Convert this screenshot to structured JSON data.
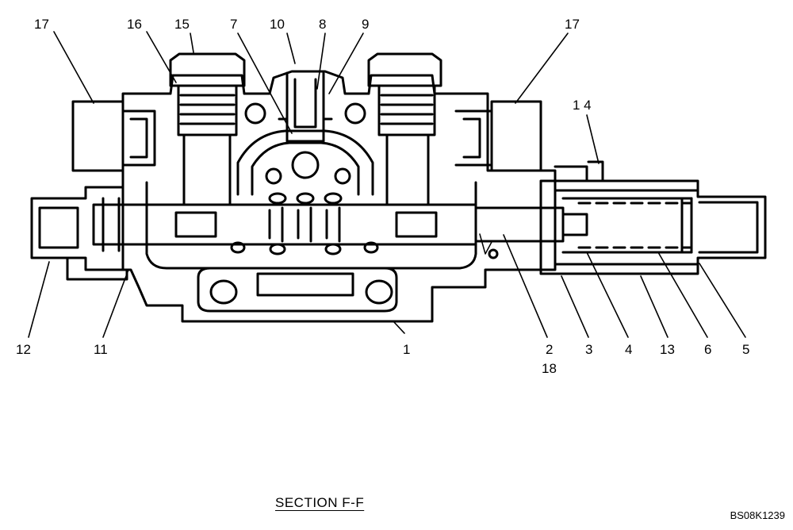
{
  "drawing": {
    "title": "SECTION  F-F",
    "id": "BS08K1239"
  },
  "callouts": {
    "c17_left": "17",
    "c16": "16",
    "c15": "15",
    "c7": "7",
    "c10": "10",
    "c8": "8",
    "c9": "9",
    "c17_right": "17",
    "c14": "1 4",
    "c12": "12",
    "c11": "11",
    "c1": "1",
    "c2": "2",
    "c18": "18",
    "c3": "3",
    "c4": "4",
    "c13": "13",
    "c6": "6",
    "c5": "5"
  }
}
